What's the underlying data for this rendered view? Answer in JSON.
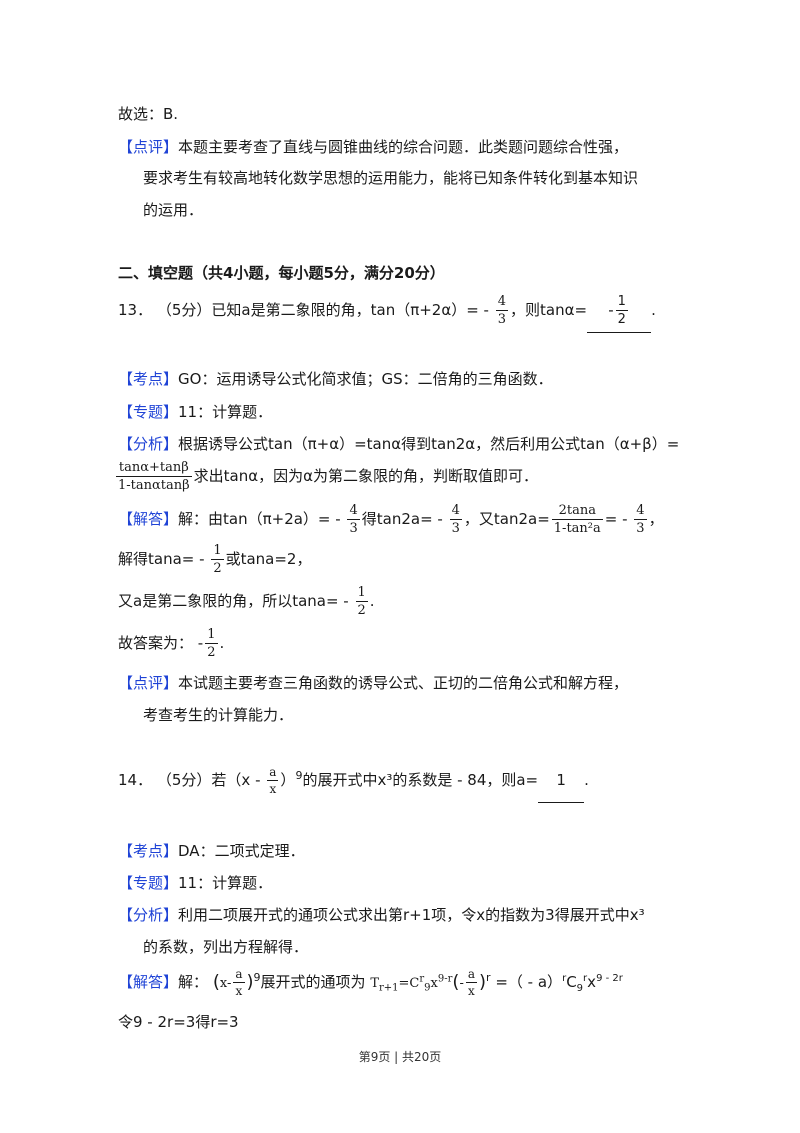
{
  "prev": {
    "select": "故选：B.",
    "comment_tag": "【点评】",
    "comment_l1": "本题主要考查了直线与圆锥曲线的综合问题．此类题问题综合性强，",
    "comment_l2": "要求考生有较高地转化数学思想的运用能力，能将已知条件转化到基本知识",
    "comment_l3": "的运用．"
  },
  "section": {
    "heading": "二、填空题（共4小题，每小题5分，满分20分）"
  },
  "q13": {
    "num": "13．",
    "score": "（5分）",
    "stem_a": "已知a是第二象限的角，tan（π+2α）= -",
    "frac_given_num": "4",
    "frac_given_den": "3",
    "stem_b": "，则tanα=",
    "ans_sign": "-",
    "ans_num": "1",
    "ans_den": "2",
    "end": ".",
    "tag_kaodian": "【考点】",
    "kaodian": "GO：运用诱导公式化简求值；GS：二倍角的三角函数．",
    "tag_zhuanti": "【专题】",
    "zhuanti": "11：计算题．",
    "tag_fenxi": "【分析】",
    "fenxi_l1": "根据诱导公式tan（π+α）=tanα得到tan2α，然后利用公式tan（α+β）=",
    "fenxi_frac_num": "tanα+tanβ",
    "fenxi_frac_den": "1-tanαtanβ",
    "fenxi_l2": "求出tanα，因为α为第二象限的角，判断取值即可．",
    "tag_jieda": "【解答】",
    "jieda_a": "解：由tan（π+2a）= -",
    "jieda_f1_num": "4",
    "jieda_f1_den": "3",
    "jieda_b": "得tan2a= -",
    "jieda_f2_num": "4",
    "jieda_f2_den": "3",
    "jieda_c": "，又tan2a=",
    "jieda_f3_num": "2tana",
    "jieda_f3_den": "1-tan²a",
    "jieda_d": "= -",
    "jieda_f4_num": "4",
    "jieda_f4_den": "3",
    "jieda_e": "，",
    "solve_a": "解得tana= -",
    "solve_num": "1",
    "solve_den": "2",
    "solve_b": "或tana=2，",
    "also_a": "又a是第二象限的角，所以tana= -",
    "also_num": "1",
    "also_den": "2",
    "also_b": ".",
    "answer_label": "故答案为：",
    "answer_sign": "-",
    "answer_num": "1",
    "answer_den": "2",
    "answer_end": ".",
    "tag_dianping": "【点评】",
    "dianping_l1": "本试题主要考查三角函数的诱导公式、正切的二倍角公式和解方程，",
    "dianping_l2": "考查考生的计算能力．"
  },
  "q14": {
    "num": "14．",
    "score": "（5分）",
    "stem_a": "若（x -",
    "frac_num": "a",
    "frac_den": "x",
    "stem_b": "）",
    "power": "9",
    "stem_c": "的展开式中x³的系数是 - 84，则a=",
    "answer": "1",
    "end": ".",
    "tag_kaodian": "【考点】",
    "kaodian": "DA：二项式定理．",
    "tag_zhuanti": "【专题】",
    "zhuanti": "11：计算题．",
    "tag_fenxi": "【分析】",
    "fenxi_l1": "利用二项展开式的通项公式求出第r+1项，令x的指数为3得展开式中x³",
    "fenxi_l2": "的系数，列出方程解得．",
    "tag_jieda": "【解答】",
    "jieda_a": "解：",
    "jieda_b": "展开式的通项为",
    "jieda_c": "=（ - a）",
    "jieda_d": "C",
    "jieda_e": "x",
    "last": "令9 - 2r=3得r=3"
  },
  "footer": {
    "text": "第9页 | 共20页"
  }
}
